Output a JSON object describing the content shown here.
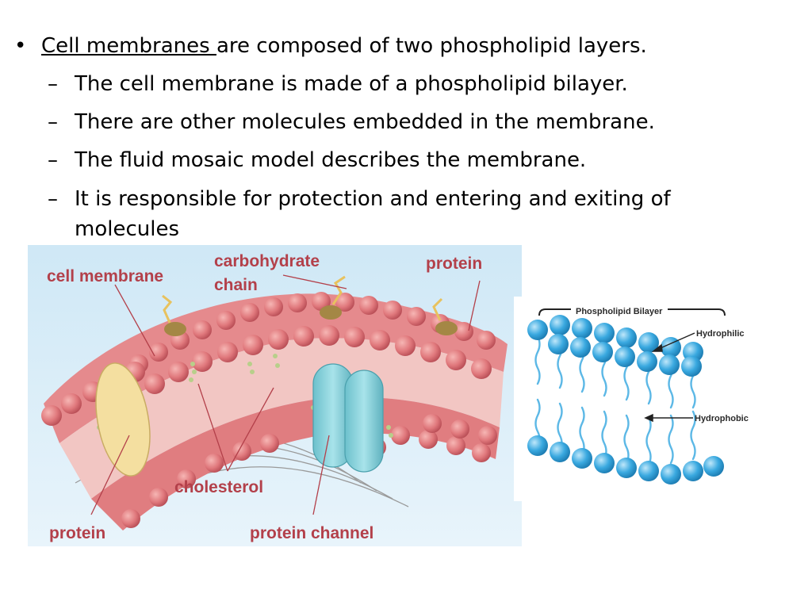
{
  "bullets": {
    "main_underlined": "Cell membranes ",
    "main_rest": "are composed of two phospholipid layers.",
    "sub": [
      "The cell membrane is made of a phospholipid bilayer.",
      "There are other molecules embedded in the membrane.",
      "The fluid mosaic model describes the membrane.",
      "It is responsible for protection and entering and exiting of",
      "molecules"
    ]
  },
  "membrane_figure": {
    "labels": {
      "cell_membrane": "cell membrane",
      "carbohydrate_1": "carbohydrate",
      "carbohydrate_2": "chain",
      "protein_top": "protein",
      "cholesterol": "cholesterol",
      "protein_bottom": "protein",
      "protein_channel": "protein channel"
    },
    "colors": {
      "label": "#b3404a",
      "lipid_head": "#e07d80",
      "channel": "#8fd3dc",
      "protein": "#f4dfa0"
    }
  },
  "bilayer_figure": {
    "title": "Phospholipid Bilayer",
    "hydrophilic": "Hydrophilic",
    "hydrophobic": "Hydrophobic",
    "colors": {
      "head": "#38a9e0",
      "tail": "#5cb8e6"
    }
  }
}
